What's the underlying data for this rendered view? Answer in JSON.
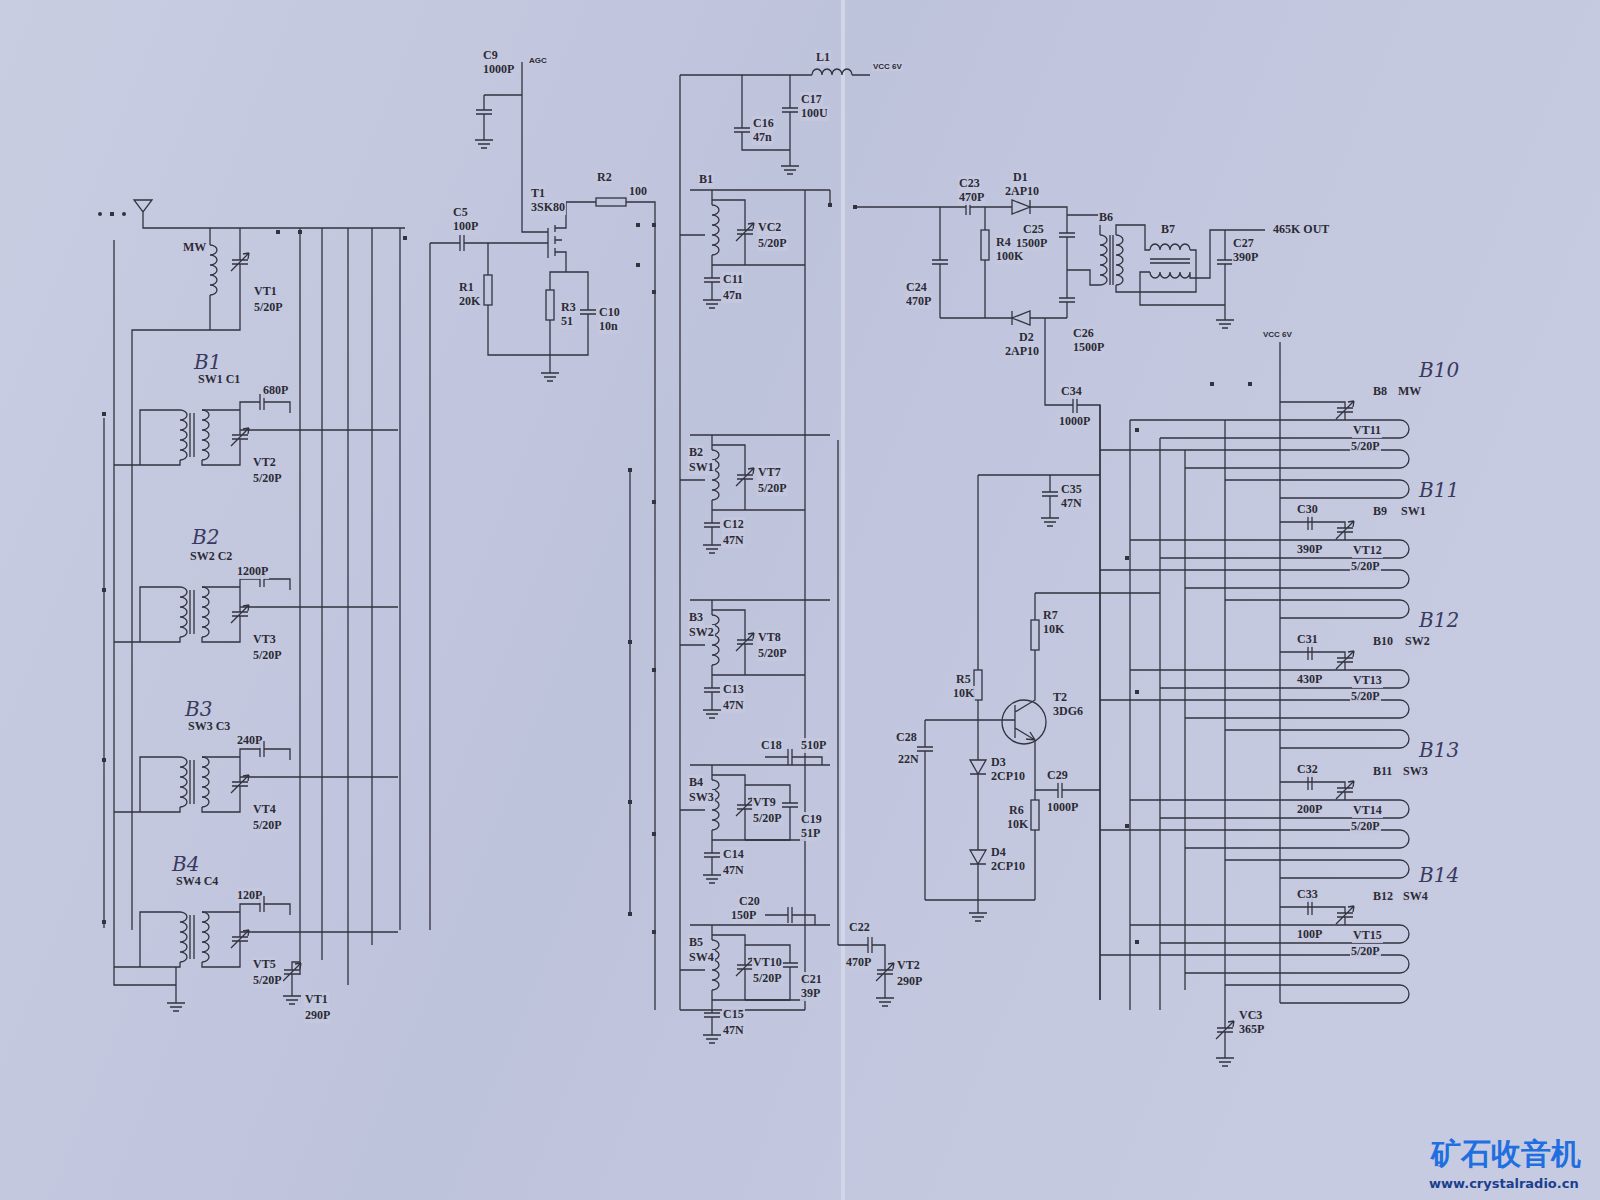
{
  "diagram": {
    "labels": [
      "MW",
      "VT1",
      "5/20P",
      "B1",
      "SW1 C1",
      "680P",
      "VT2",
      "5/20P",
      "B2",
      "SW2 C2",
      "1200P",
      "VT3",
      "5/20P",
      "B3",
      "SW3 C3",
      "240P",
      "VT4",
      "5/20P",
      "B4",
      "SW4 C4",
      "120P",
      "VT5",
      "5/20P",
      "VT1",
      "290P",
      "C9",
      "1000P",
      "AGC",
      "C5",
      "100P",
      "T1",
      "3SK80",
      "R2",
      "100",
      "R1",
      "20K",
      "R3",
      "51",
      "C10",
      "10n",
      "L1",
      "VCC 6V",
      "C16",
      "47n",
      "C17",
      "100U",
      "B1",
      "VC2",
      "5/20P",
      "C11",
      "47n",
      "B2",
      "SW1",
      "VT7",
      "5/20P",
      "C12",
      "47N",
      "B3",
      "SW2",
      "VT8",
      "5/20P",
      "C13",
      "47N",
      "C18",
      "510P",
      "B4",
      "SW3",
      "VT9",
      "5/20P",
      "C19",
      "51P",
      "C14",
      "47N",
      "C20",
      "150P",
      "B5",
      "SW4",
      "VT10",
      "5/20P",
      "C21",
      "39P",
      "C15",
      "47N",
      "C22",
      "470P",
      "VT2",
      "290P",
      "C23",
      "470P",
      "D1",
      "2AP10",
      "R4",
      "100K",
      "C24",
      "470P",
      "C25",
      "1500P",
      "B6",
      "B7",
      "C27",
      "390P",
      "465K OUT",
      "D2",
      "2AP10",
      "C26",
      "1500P",
      "C34",
      "1000P",
      "C35",
      "47N",
      "VCC 6V",
      "B10",
      "B8",
      "MW",
      "VT11",
      "5/20P",
      "B11",
      "C30",
      "B9",
      "SW1",
      "390P",
      "VT12",
      "5/20P",
      "B12",
      "C31",
      "B10",
      "SW2",
      "430P",
      "VT13",
      "5/20P",
      "B13",
      "C32",
      "B11",
      "SW3",
      "200P",
      "VT14",
      "5/20P",
      "B14",
      "C33",
      "B12",
      "SW4",
      "100P",
      "VT15",
      "5/20P",
      "VC3",
      "365P",
      "R7",
      "10K",
      "T2",
      "3DG6",
      "R5",
      "10K",
      "C28",
      "22N",
      "D3",
      "2CP10",
      "C29",
      "1000P",
      "R6",
      "10K",
      "D4",
      "2CP10",
      "矿石收音机",
      "www.crystalradio.cn"
    ]
  }
}
